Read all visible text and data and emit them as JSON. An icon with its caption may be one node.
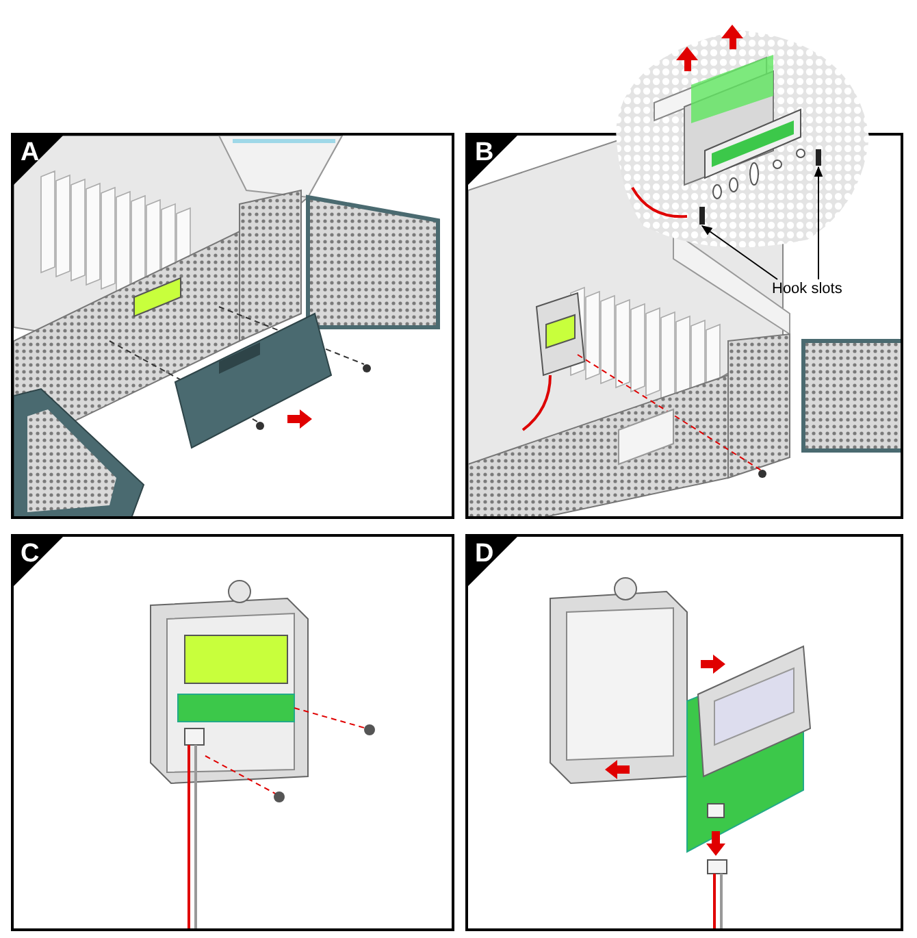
{
  "diagram": {
    "nodes": [
      {
        "text": [
          "A"
        ]
      },
      {
        "text": [
          "B"
        ]
      },
      {
        "text": [
          "C"
        ]
      },
      {
        "text": [
          "D"
        ]
      },
      {
        "text": [
          "Hook slots"
        ],
        "in": 1
      },
      {
        "text": [],
        "shape": "bar",
        "in": 1
      },
      {
        "text": [],
        "shape": "bar",
        "in": 1
      }
    ],
    "edges": [
      {
        "from": 4,
        "to": 5,
        "arrow": "to"
      },
      {
        "from": 4,
        "to": 6,
        "arrow": "to"
      }
    ]
  }
}
